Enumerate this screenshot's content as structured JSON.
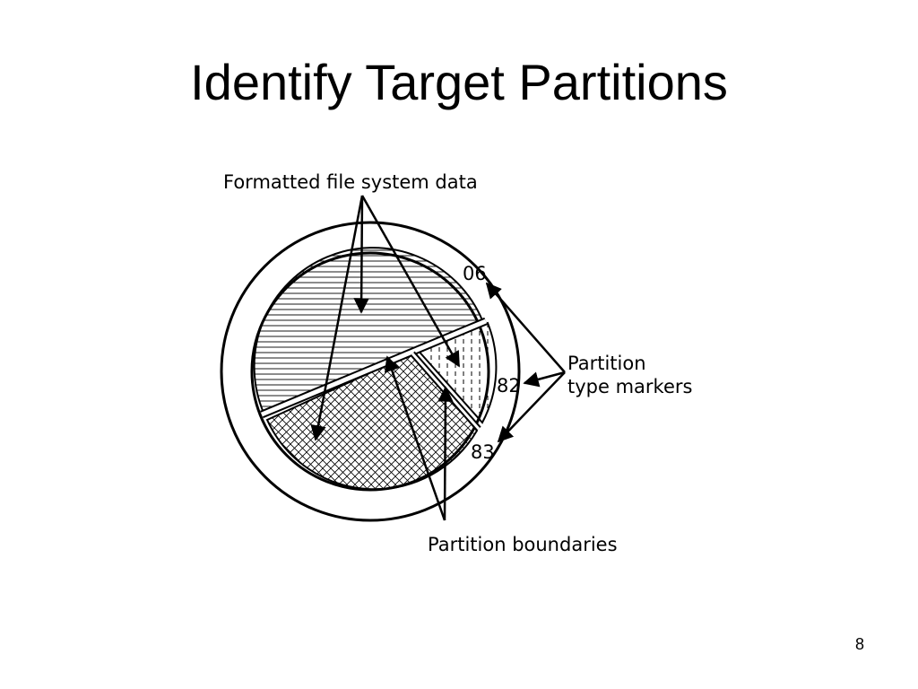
{
  "slide": {
    "title": "Identify Target Partitions",
    "page_number": "8"
  },
  "diagram": {
    "labels": {
      "formatted_data": "Formatted file system data",
      "type_markers_line1": "Partition",
      "type_markers_line2": "type markers",
      "boundaries": "Partition boundaries"
    },
    "markers": {
      "m06": "06",
      "m82": "82",
      "m83": "83"
    },
    "colors": {
      "ink": "#000000",
      "background": "#ffffff"
    }
  }
}
